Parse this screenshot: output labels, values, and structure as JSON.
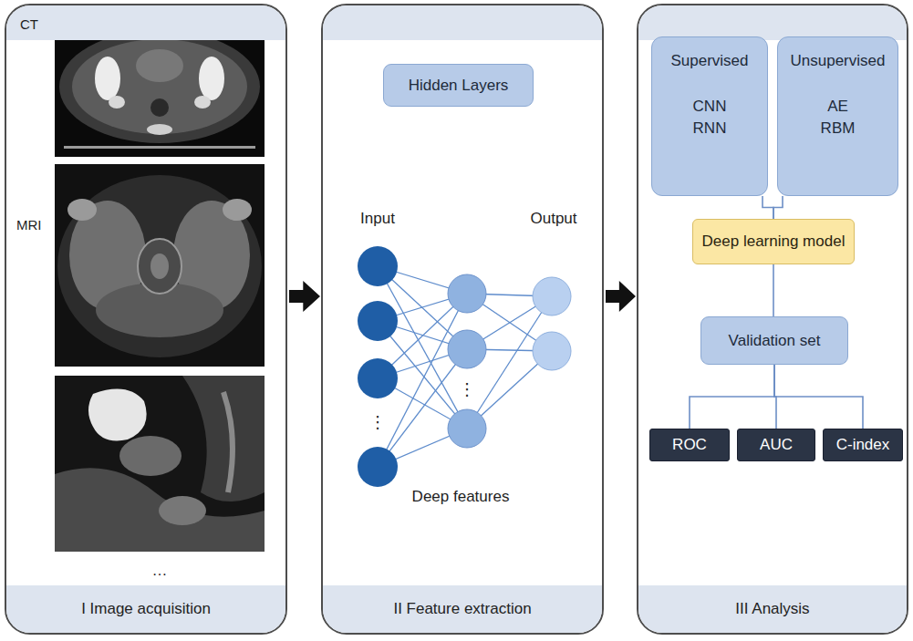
{
  "diagram": {
    "nodes": [
      {
        "text": [
          "I Image acquisition"
        ]
      },
      {
        "text": [
          "II Feature extraction"
        ]
      },
      {
        "text": [
          "III Analysis"
        ]
      },
      {
        "text": [
          "Hidden Layers"
        ],
        "in": 1
      },
      {
        "text": [
          "Supervised",
          "CNN",
          "RNN"
        ],
        "in": 2
      },
      {
        "text": [
          "Unsupervised",
          "AE",
          "RBM"
        ],
        "in": 2
      },
      {
        "text": [
          "Deep learning model"
        ],
        "in": 2
      },
      {
        "text": [
          "Validation set"
        ],
        "in": 2
      },
      {
        "text": [
          "ROC"
        ],
        "in": 2
      },
      {
        "text": [
          "AUC"
        ],
        "in": 2
      },
      {
        "text": [
          "C-index"
        ],
        "in": 2
      }
    ],
    "edges": [
      {
        "from": 0,
        "to": 1,
        "arrow": "to"
      },
      {
        "from": 1,
        "to": 2,
        "arrow": "to"
      },
      {
        "from": 4,
        "to": 6,
        "arrow": "none"
      },
      {
        "from": 5,
        "to": 6,
        "arrow": "none"
      },
      {
        "from": 6,
        "to": 7,
        "arrow": "none"
      },
      {
        "from": 7,
        "to": 8,
        "arrow": "none"
      },
      {
        "from": 7,
        "to": 9,
        "arrow": "none"
      },
      {
        "from": 7,
        "to": 10,
        "arrow": "none"
      }
    ],
    "labels": [
      "CT",
      "MRI",
      "…",
      "Input",
      "Output",
      "⋮",
      "⋮",
      "Deep features"
    ]
  }
}
